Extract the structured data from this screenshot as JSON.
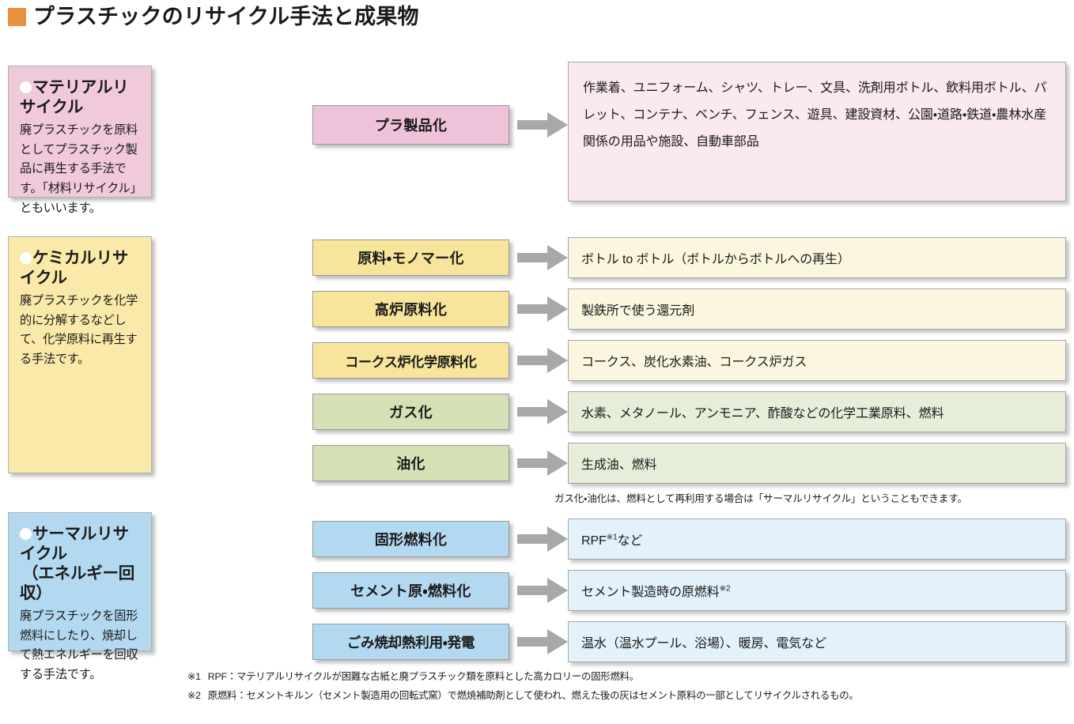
{
  "title": {
    "text": "プラスチックのリサイクル手法と成果物",
    "marker_color": "#e8913f"
  },
  "colors": {
    "material_panel": "#f0cada",
    "material_method": "#eec3da",
    "material_result": "#fae9f0",
    "chemical_panel": "#fae9a8",
    "chemical_method": "#f7e59b",
    "chemical_result": "#faf6df",
    "gas_method": "#d5e0b5",
    "gas_result": "#e6eed9",
    "thermal_panel": "#b3d9f0",
    "thermal_method": "#b3d9f0",
    "thermal_result": "#e3f1fa",
    "arrow": "#a8a8a8"
  },
  "sections": [
    {
      "id": "material",
      "heading": "マテリアルリサイクル",
      "description": "廃プラスチックを原料としてプラスチック製品に再生する手法です。「材料リサイクル」ともいいます。",
      "rows": [
        {
          "method": "プラ製品化",
          "result": "作業着、ユニフォーム、シャツ、トレー、文具、洗剤用ボトル、飲料用ボトル、パレット、コンテナ、ベンチ、フェンス、遊具、建設資材、公園・道路・鉄道・農林水産関係の用品や施設、自動車部品"
        }
      ]
    },
    {
      "id": "chemical",
      "heading": "ケミカルリサイクル",
      "description": "廃プラスチックを化学的に分解するなどして、化学原料に再生する手法です。",
      "rows": [
        {
          "method": "原料・モノマー化",
          "result": "ボトル to ボトル（ボトルからボトルへの再生）"
        },
        {
          "method": "高炉原料化",
          "result": "製鉄所で使う還元剤"
        },
        {
          "method": "コークス炉化学原料化",
          "result": "コークス、炭化水素油、コークス炉ガス"
        },
        {
          "method": "ガス化",
          "result": "水素、メタノール、アンモニア、酢酸などの化学工業原料、燃料"
        },
        {
          "method": "油化",
          "result": "生成油、燃料"
        }
      ],
      "note": "ガス化・油化は、燃料として再利用する場合は「サーマルリサイクル」ということもできます。"
    },
    {
      "id": "thermal",
      "heading_line1": "サーマルリサイクル",
      "heading_line2": "（エネルギー回収）",
      "description": "廃プラスチックを固形燃料にしたり、焼却して熱エネルギーを回収する手法です。",
      "rows": [
        {
          "method": "固形燃料化",
          "result": "RPF",
          "result_sup": "※1",
          "result_tail": "など"
        },
        {
          "method": "セメント原・燃料化",
          "result": "セメント製造時の原燃料",
          "result_sup": "※2",
          "result_tail": ""
        },
        {
          "method": "ごみ焼却熱利用・発電",
          "result": "温水（温水プール、浴場）、暖房、電気など",
          "result_sup": "",
          "result_tail": ""
        }
      ]
    }
  ],
  "footnotes": [
    {
      "mark": "※1",
      "text": "RPF：マテリアルリサイクルが困難な古紙と廃プラスチック類を原料とした高カロリーの固形燃料。"
    },
    {
      "mark": "※2",
      "text": "原燃料：セメントキルン（セメント製造用の回転式窯）で燃焼補助剤として使われ、燃えた後の灰はセメント原料の一部としてリサイクルされるもの。"
    }
  ]
}
